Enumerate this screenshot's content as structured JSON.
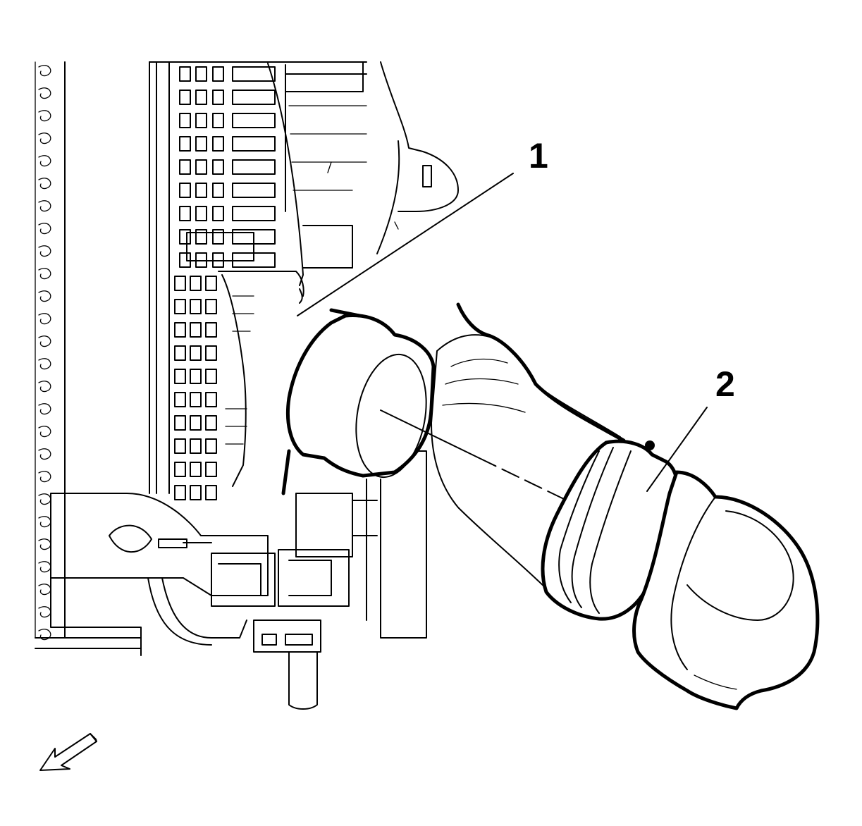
{
  "figure": {
    "callouts": [
      {
        "id": "1",
        "label": "1"
      },
      {
        "id": "2",
        "label": "2"
      }
    ],
    "colors": {
      "line": "#000000",
      "background": "#ffffff"
    },
    "icons": [
      "front-direction-arrow-icon"
    ]
  }
}
